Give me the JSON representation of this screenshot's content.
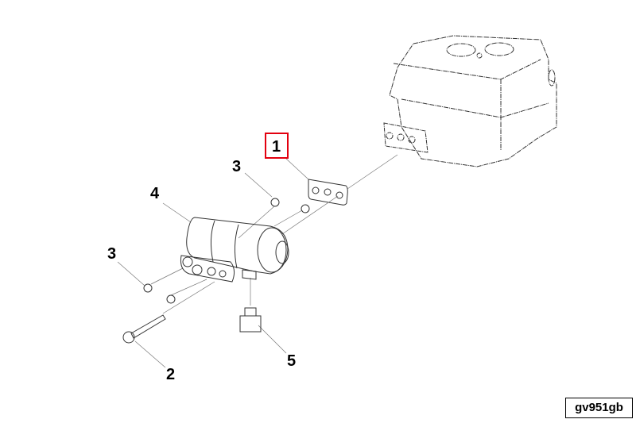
{
  "diagram": {
    "callouts": [
      {
        "label": "1",
        "highlighted": true
      },
      {
        "label": "3"
      },
      {
        "label": "4"
      },
      {
        "label": "3"
      },
      {
        "label": "2"
      },
      {
        "label": "5"
      }
    ],
    "drawing_code": "gv951gb",
    "highlight_color": "#e3000f"
  }
}
